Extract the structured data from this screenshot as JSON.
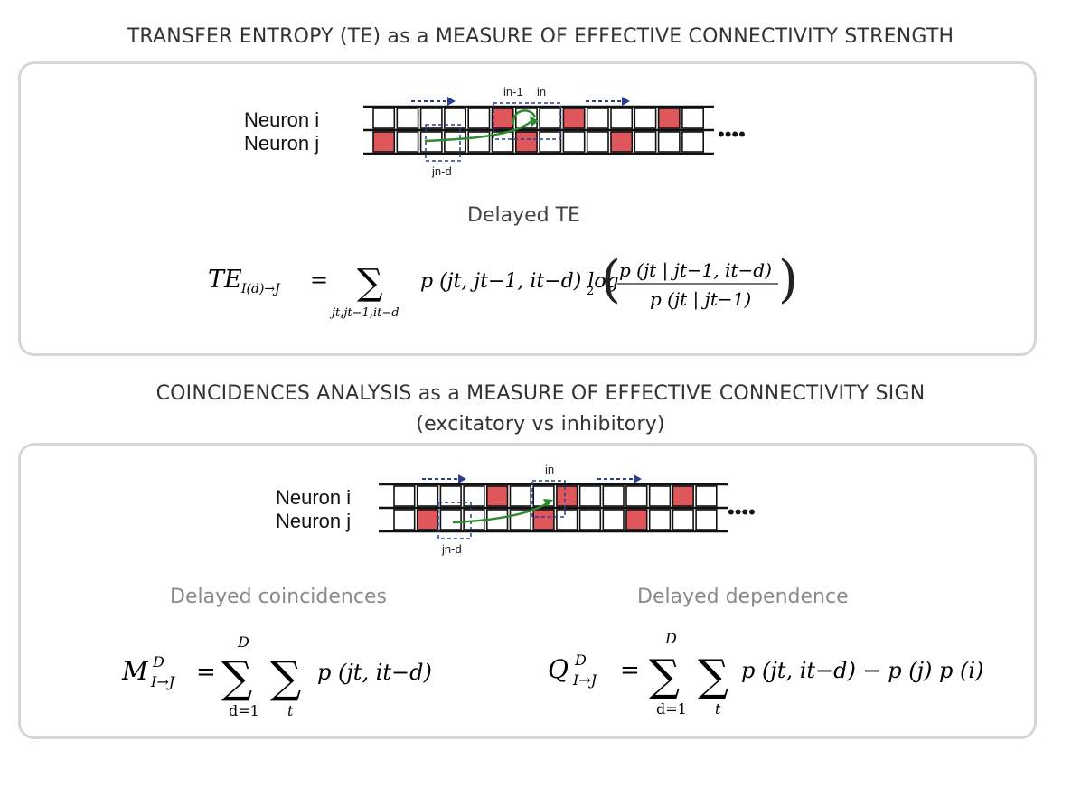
{
  "top": {
    "title": "TRANSFER ENTROPY (TE) as a MEASURE OF  EFFECTIVE CONNECTIVITY STRENGTH",
    "diagram": {
      "row_i_label": "Neuron i",
      "row_j_label": "Neuron j",
      "label_in1": "in-1",
      "label_in": "in",
      "label_jnd": "jn-d",
      "ellipsis": "••••"
    },
    "subtitle": "Delayed TE",
    "formula": {
      "lhs": "TE",
      "lhs_sub": "I(d)→J",
      "equals": "=",
      "sum": "∑",
      "sum_sub": "jt,jt−1,it−d",
      "term": "p (jt, jt−1, it−d) log",
      "log_base": "2",
      "numerator": "p (jt | jt−1, it−d)",
      "denominator": "p (jt | jt−1)"
    }
  },
  "bottom": {
    "title_line1": "COINCIDENCES ANALYSIS as a MEASURE OF  EFFECTIVE CONNECTIVITY SIGN",
    "title_line2": "(excitatory vs inhibitory)",
    "diagram": {
      "row_i_label": "Neuron i",
      "row_j_label": "Neuron j",
      "label_in": "in",
      "label_jnd": "jn-d",
      "ellipsis": "••••"
    },
    "left_caption": "Delayed coincidences",
    "right_caption": "Delayed dependence",
    "formula_m": {
      "lhs": "M",
      "sup": "D",
      "sub": "I→J",
      "equals": "=",
      "sum": "∑",
      "sum1_top": "D",
      "sum1_bottom": "d=1",
      "sum2_bottom": "t",
      "term": "p (jt, it−d)"
    },
    "formula_q": {
      "lhs": "Q",
      "sup": "D",
      "sub": "I→J",
      "equals": "=",
      "sum": "∑",
      "sum1_top": "D",
      "sum1_bottom": "d=1",
      "sum2_bottom": "t",
      "term": "p (jt, it−d) − p (j) p (i)"
    }
  },
  "colors": {
    "spike": "#e0575b",
    "box_dashed": "#2a3e8c",
    "arrow_green": "#2e8b2e",
    "panel_border": "#d3d8d6"
  }
}
